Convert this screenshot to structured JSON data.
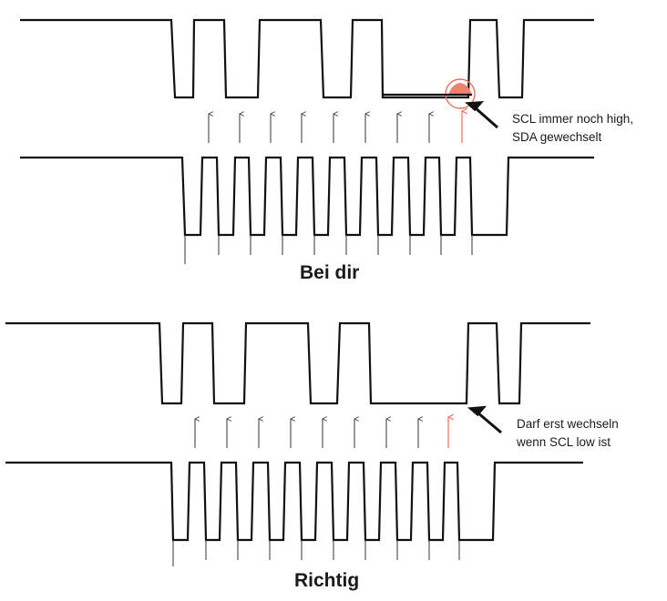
{
  "top": {
    "annotation_line1": "SCL immer noch high,",
    "annotation_line2": "SDA gewechselt",
    "caption": "Bei dir"
  },
  "bottom": {
    "annotation_line1": "Darf erst wechseln",
    "annotation_line2": "wenn SCL low ist",
    "caption": "Richtig"
  },
  "colors": {
    "trace": "#111111",
    "highlight": "#e8705a"
  }
}
